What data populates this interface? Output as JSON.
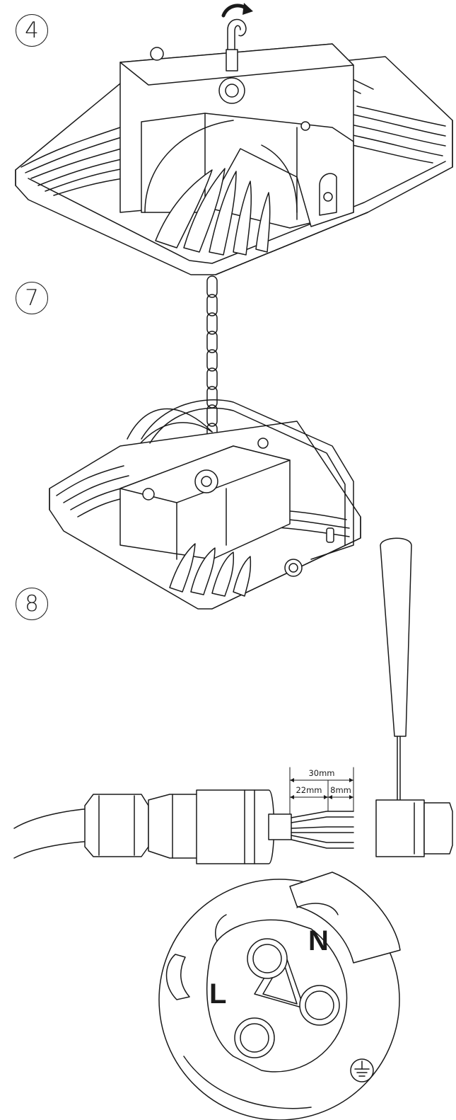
{
  "steps": [
    {
      "number": "4"
    },
    {
      "number": "7"
    },
    {
      "number": "8"
    }
  ],
  "dimensions": {
    "total": "30mm",
    "strip": "22mm",
    "tip": "8mm"
  },
  "terminals": {
    "live": "L",
    "neutral": "N"
  },
  "colors": {
    "line": "#1a1a1a",
    "background": "#ffffff"
  },
  "icons": [
    "rotate-arrow-icon",
    "earth-ground-icon"
  ]
}
